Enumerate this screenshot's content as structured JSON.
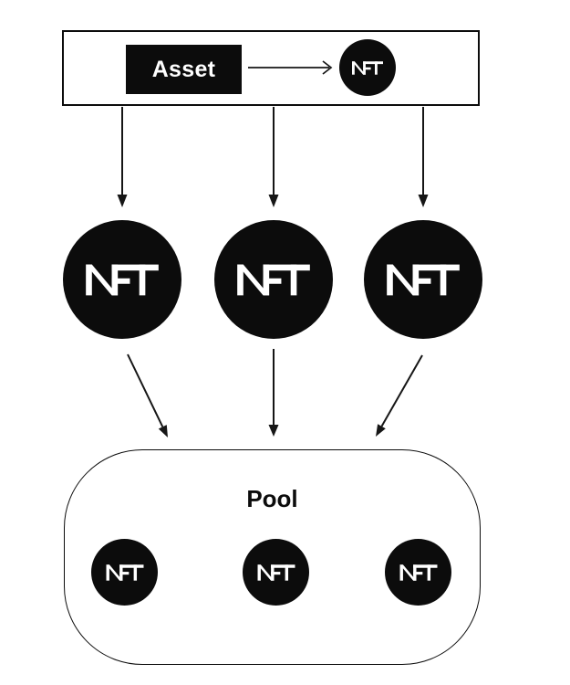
{
  "colors": {
    "ink": "#0c0c0c",
    "line": "#161616",
    "background": "#ffffff"
  },
  "minting_row": {
    "asset_label": "Asset",
    "nft_token": {
      "label": "NFT"
    }
  },
  "nft_row": {
    "tokens": [
      {
        "label": "NFT"
      },
      {
        "label": "NFT"
      },
      {
        "label": "NFT"
      }
    ]
  },
  "pool": {
    "title": "Pool",
    "tokens": [
      {
        "label": "NFT"
      },
      {
        "label": "NFT"
      },
      {
        "label": "NFT"
      }
    ]
  }
}
